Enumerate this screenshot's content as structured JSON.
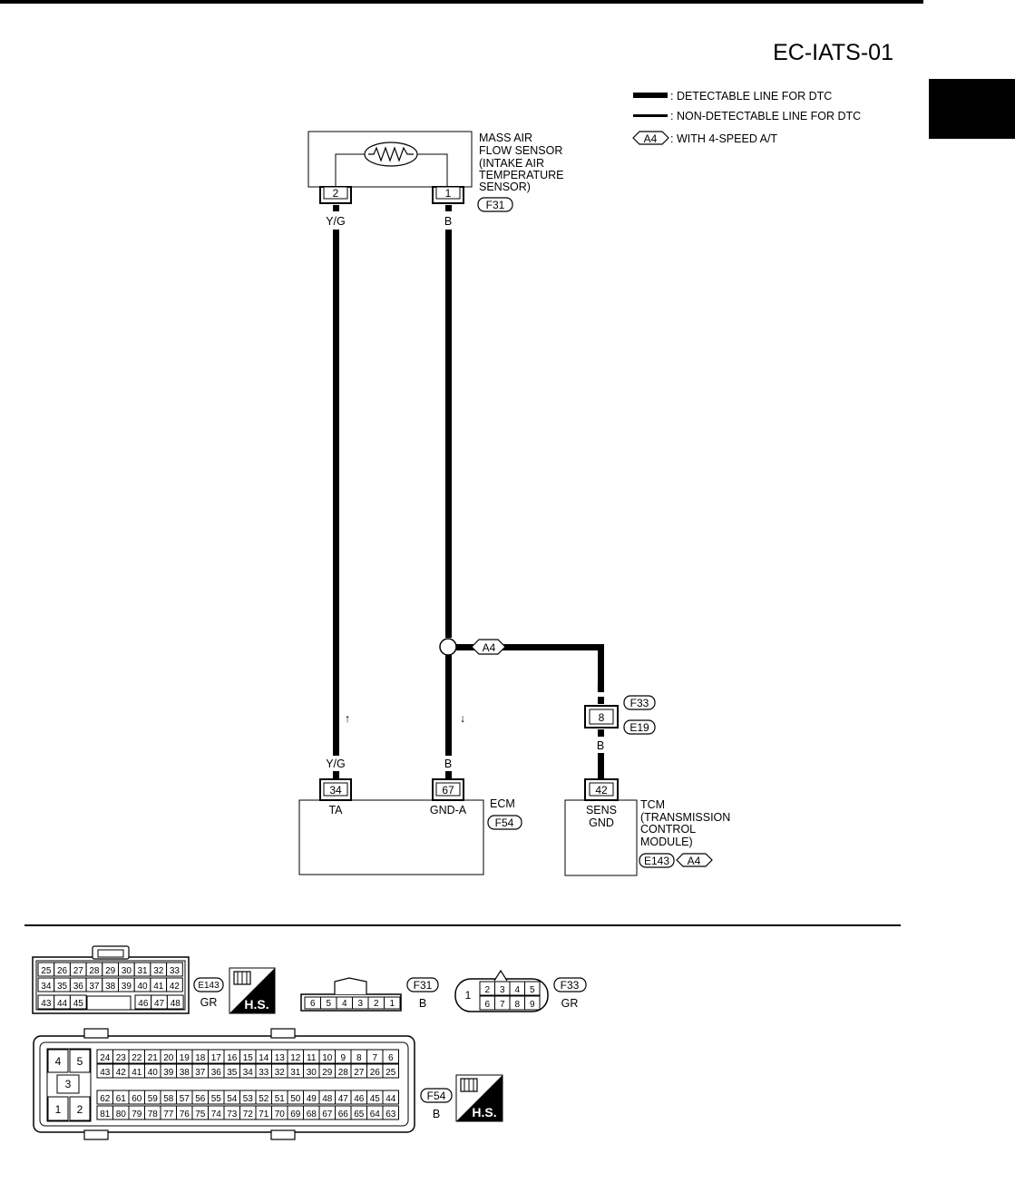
{
  "page": {
    "code": "EC-IATS-01"
  },
  "legend": {
    "detectable": ": DETECTABLE LINE FOR DTC",
    "non_detectable": ": NON-DETECTABLE LINE FOR DTC",
    "a4_tag": "A4",
    "a4_desc": ": WITH 4-SPEED A/T"
  },
  "maf_sensor": {
    "name_lines": [
      "MASS AIR",
      "FLOW SENSOR",
      "(INTAKE AIR",
      "TEMPERATURE",
      "SENSOR)"
    ],
    "connector": "F31",
    "pin_left": "2",
    "pin_right": "1"
  },
  "wires": {
    "left_color_top": "Y/G",
    "right_color_top": "B",
    "left_color_bottom": "Y/G",
    "right_color_bottom": "B",
    "branch_tag": "A4",
    "tcm_color_top": "B",
    "tcm_color_bottom": "B"
  },
  "junction": {
    "connector_top": "F33",
    "connector_bottom": "E19",
    "pin": "8"
  },
  "ecm": {
    "name": "ECM",
    "connector": "F54",
    "pin_ta": "34",
    "pin_gnd": "67",
    "label_ta": "TA",
    "label_gnd": "GND-A"
  },
  "tcm": {
    "name_lines": [
      "TCM",
      "(TRANSMISSION",
      "CONTROL",
      "MODULE)"
    ],
    "connector": "E143",
    "variant": "A4",
    "pin": "42",
    "label_lines": [
      "SENS",
      "GND"
    ]
  },
  "connectors": {
    "e143": {
      "id": "E143",
      "color": "GR",
      "row1": [
        "25",
        "26",
        "27",
        "28",
        "29",
        "30",
        "31",
        "32",
        "33"
      ],
      "row2": [
        "34",
        "35",
        "36",
        "37",
        "38",
        "39",
        "40",
        "41",
        "42"
      ],
      "row3_left": [
        "43",
        "44",
        "45"
      ],
      "row3_right": [
        "46",
        "47",
        "48"
      ],
      "badge": "H.S."
    },
    "f31": {
      "id": "F31",
      "color": "B",
      "pins": [
        "6",
        "5",
        "4",
        "3",
        "2",
        "1"
      ]
    },
    "f33": {
      "id": "F33",
      "color": "GR",
      "left": "1",
      "row1": [
        "2",
        "3",
        "4",
        "5"
      ],
      "row2": [
        "6",
        "7",
        "8",
        "9"
      ]
    },
    "f54": {
      "id": "F54",
      "color": "B",
      "badge": "H.S.",
      "block": [
        "4",
        "5",
        "3",
        "1",
        "2"
      ],
      "row1": [
        "24",
        "23",
        "22",
        "21",
        "20",
        "19",
        "18",
        "17",
        "16",
        "15",
        "14",
        "13",
        "12",
        "11",
        "10",
        "9",
        "8",
        "7",
        "6"
      ],
      "row2": [
        "43",
        "42",
        "41",
        "40",
        "39",
        "38",
        "37",
        "36",
        "35",
        "34",
        "33",
        "32",
        "31",
        "30",
        "29",
        "28",
        "27",
        "26",
        "25"
      ],
      "row3": [
        "62",
        "61",
        "60",
        "59",
        "58",
        "57",
        "56",
        "55",
        "54",
        "53",
        "52",
        "51",
        "50",
        "49",
        "48",
        "47",
        "46",
        "45",
        "44"
      ],
      "row4": [
        "81",
        "80",
        "79",
        "78",
        "77",
        "76",
        "75",
        "74",
        "73",
        "72",
        "71",
        "70",
        "69",
        "68",
        "67",
        "66",
        "65",
        "64",
        "63"
      ]
    }
  }
}
